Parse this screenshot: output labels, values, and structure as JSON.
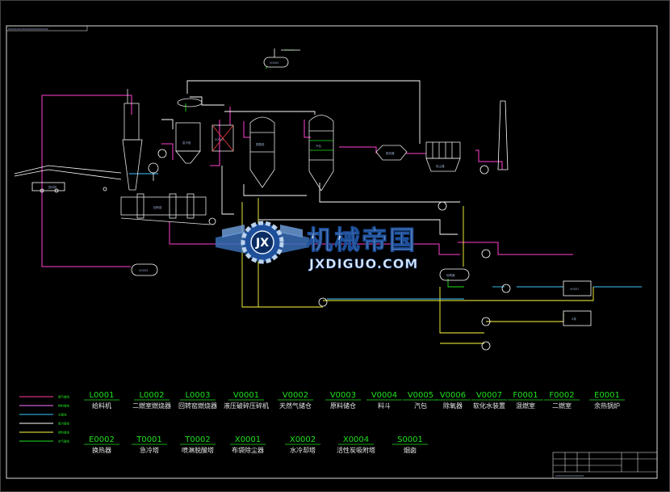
{
  "title_strip": "xxxxxxxxxxxxxxxxxxxxxxxx",
  "equipment_legend": [
    {
      "code": "L0001",
      "name": "给料机"
    },
    {
      "code": "L0002",
      "name": "二燃室燃烧器"
    },
    {
      "code": "L0003",
      "name": "回转窑燃烧器"
    },
    {
      "code": "V0001",
      "name": "液压破碎压碎机"
    },
    {
      "code": "V0002",
      "name": "天然气储仓"
    },
    {
      "code": "V0003",
      "name": "原料储仓"
    },
    {
      "code": "V0004",
      "name": "料斗"
    },
    {
      "code": "V0005",
      "name": "汽包"
    },
    {
      "code": "V0006",
      "name": "除氧器"
    },
    {
      "code": "V0007",
      "name": "软化水装置"
    },
    {
      "code": "F0001",
      "name": "混燃室"
    },
    {
      "code": "F0002",
      "name": "二燃室"
    },
    {
      "code": "E0001",
      "name": "余热锅炉"
    },
    {
      "code": "E0002",
      "name": "换热器"
    },
    {
      "code": "T0001",
      "name": "急冷塔"
    },
    {
      "code": "T0002",
      "name": "喷淋脱酸塔"
    },
    {
      "code": "X0001",
      "name": "布袋除尘器"
    },
    {
      "code": "X0002",
      "name": "水冷却塔"
    },
    {
      "code": "X0004",
      "name": "活性炭吸附塔"
    },
    {
      "code": "S0001",
      "name": "烟囱"
    }
  ],
  "line_legend": [
    {
      "label": "烟气管线",
      "color": "#ff3b9a"
    },
    {
      "label": "物料管线",
      "color": "#ff70ff"
    },
    {
      "label": "水管线",
      "color": "#40c8ff"
    },
    {
      "label": "蒸汽管线",
      "color": "#ffffff"
    },
    {
      "label": "燃料管线",
      "color": "#ffff40"
    },
    {
      "label": "空气管线",
      "color": "#20e020"
    }
  ],
  "tags": {
    "feeder_label": "投料机",
    "kiln_label": "回转窑",
    "quench_label": "急冷塔",
    "scrubber_label": "脱酸塔",
    "drum_label": "汽包",
    "heat_ex_label": "换热器",
    "baghouse_label": "除尘器",
    "tank_label": "V0003",
    "deaerator_label": "除氧器",
    "softener_label": "V0007",
    "pump_label": "X泵",
    "top_tank_label": "V0005",
    "box_label": "X0002"
  },
  "watermark": {
    "cn": "机械帝国",
    "en": "JXDIGUO.COM",
    "badge": "JX"
  },
  "title_block": {
    "text": "xxxxxxxxxxxxxxxxx"
  },
  "colors": {
    "flue": "#ff3b9a",
    "material": "#ff70ff",
    "water": "#40c8ff",
    "steam": "#ffffff",
    "fuel": "#ffff40",
    "air": "#20e020",
    "frame": "#ffffff"
  }
}
